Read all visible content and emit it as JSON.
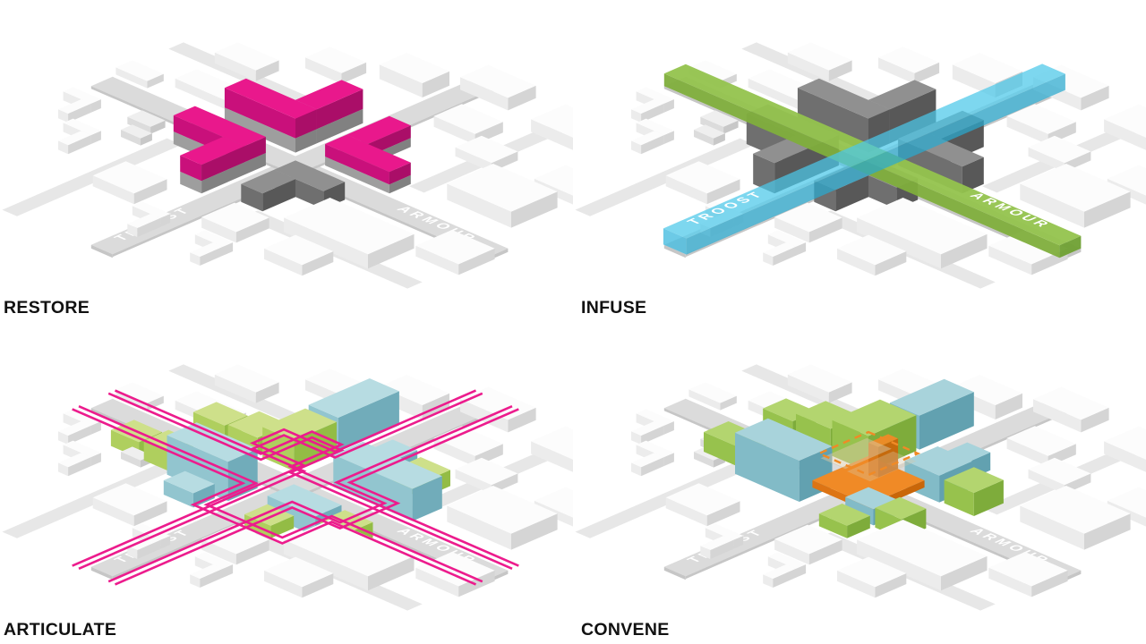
{
  "page": {
    "background": "#FFFFFF"
  },
  "streets": {
    "troost": "TROOST",
    "armour": "ARMOUR"
  },
  "panels": [
    {
      "id": "restore",
      "label": "RESTORE",
      "scheme": "restore"
    },
    {
      "id": "infuse",
      "label": "INFUSE",
      "scheme": "infuse"
    },
    {
      "id": "articulate",
      "label": "ARTICULATE",
      "scheme": "articulate"
    },
    {
      "id": "convene",
      "label": "CONVENE",
      "scheme": "convene"
    }
  ],
  "palette": {
    "street": "#DBDBDB",
    "street_edge": "#C6C6C6",
    "alley": "#E7E7E7",
    "street_text": "#FFFFFF",
    "white_top": "#FCFCFC",
    "white_left": "#ECECEC",
    "white_right": "#D5D5D5",
    "ltgray_top": "#EFEFEF",
    "ltgray_left": "#DCDCDC",
    "ltgray_right": "#C8C8C8",
    "gray_top": "#909090",
    "gray_left": "#6F6F6F",
    "gray_right": "#585858",
    "base_left": "#9E9E9E",
    "base_right": "#818181",
    "base_top": "#9A9A9A",
    "pink_top": "#E9188C",
    "pink_left": "#C9107B",
    "pink_right": "#AA0E68",
    "line_magenta": "#EC1C8D",
    "cyan_top": "#4BC8E9",
    "cyan_left": "#33B6DC",
    "cyan_right": "#2AA9CF",
    "green_top": "#93C34D",
    "green_left": "#7FAE3C",
    "green_right": "#6FA033",
    "art_lime_top": "#CEE08A",
    "art_lime_left": "#AFCF5E",
    "art_lime_right": "#93BC45",
    "art_blue_top": "#B7DCE2",
    "art_blue_left": "#92C5CF",
    "art_blue_right": "#71ACBA",
    "con_lime_top": "#B3D56F",
    "con_lime_left": "#97C24D",
    "con_lime_right": "#7EAC3B",
    "con_blue_top": "#A8D3DB",
    "con_blue_left": "#82BBC7",
    "con_blue_right": "#62A1B0",
    "orange_top": "#F08A26",
    "orange_left": "#DD7414",
    "orange_right": "#C96609",
    "tan": "#D8C7A5",
    "label_color": "#111111"
  }
}
